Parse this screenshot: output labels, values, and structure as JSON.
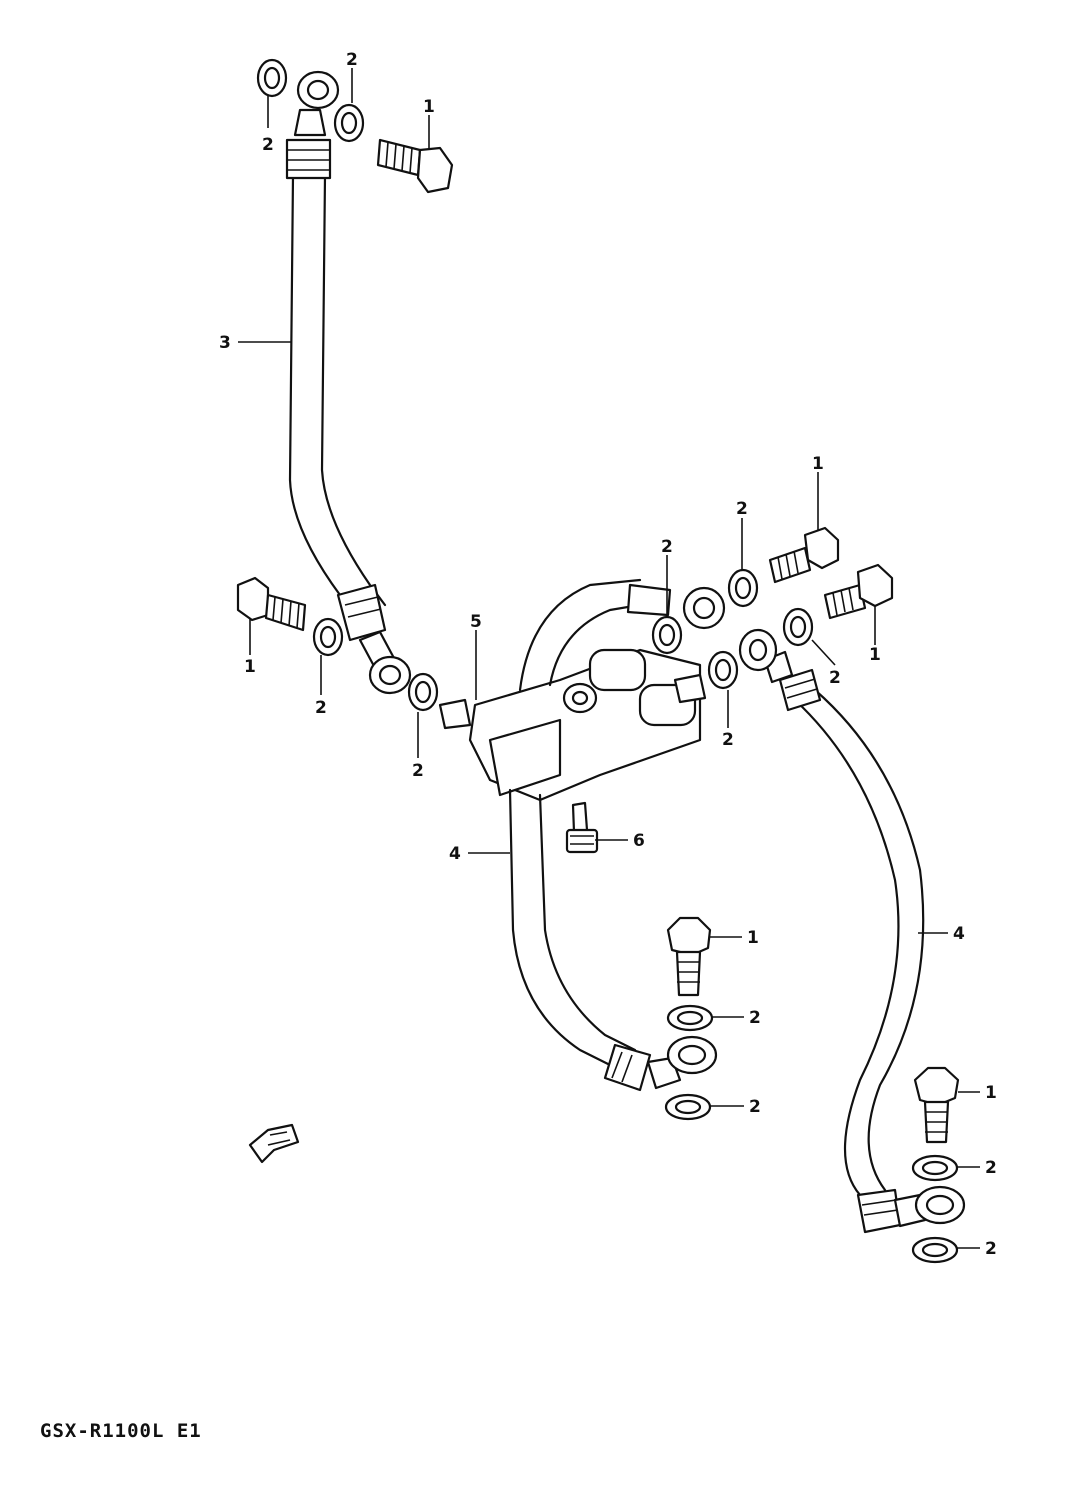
{
  "diagram": {
    "model_label": "GSX-R1100L E1",
    "callouts": {
      "bolt": "1",
      "washer": "2",
      "hose_upper": "3",
      "hose_lower": "4",
      "joint": "5",
      "bleeder": "6"
    }
  }
}
